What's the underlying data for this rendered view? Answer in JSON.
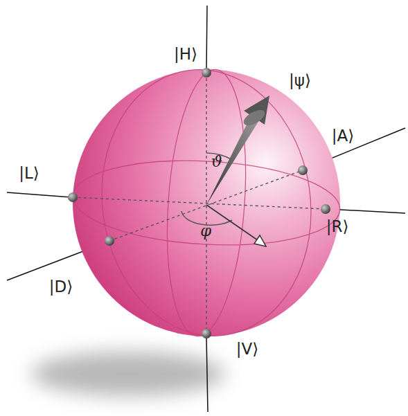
{
  "diagram": {
    "labels": [
      "|H⟩",
      "|ψ⟩",
      "|A⟩",
      "|L⟩",
      "|R⟩",
      "|D⟩",
      "|V⟩",
      "ϑ",
      "φ"
    ]
  }
}
